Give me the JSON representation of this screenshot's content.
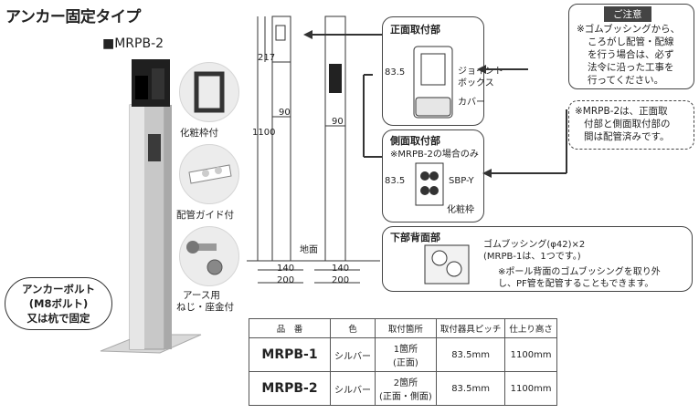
{
  "title": "アンカー固定タイプ",
  "model_label": "■MRPB-2",
  "accessories": [
    {
      "label": "化粧枠付"
    },
    {
      "label": "配管ガイド付"
    },
    {
      "label_line1": "アース用",
      "label_line2": "ねじ・座金付"
    }
  ],
  "callout": {
    "line1": "アンカーボルト",
    "line2": "(M8ボルト)",
    "line3": "又は杭で固定"
  },
  "drawing": {
    "dim_height": "1100",
    "dim_top": "217",
    "dim_width_left": "90",
    "dim_width_right": "90",
    "dim_base_inner_left": "140",
    "dim_base_outer_left": "200",
    "dim_base_inner_right": "140",
    "dim_base_outer_right": "200",
    "ground_label": "地面"
  },
  "front_panel": {
    "title": "正面取付部",
    "dim": "83.5",
    "label_joint_line1": "ジョイント",
    "label_joint_line2": "ボックス",
    "label_cover": "カバー"
  },
  "side_panel": {
    "title": "側面取付部",
    "subtitle": "※MRPB-2の場合のみ",
    "dim": "83.5",
    "label_sbp": "SBP-Y",
    "label_frame": "化粧枠"
  },
  "bottom_panel": {
    "title": "下部背面部",
    "bushing_line1": "ゴムブッシング(φ42)×2",
    "bushing_line2": "(MRPB-1は、1つです。)",
    "note_line1": "※ポール背面のゴムブッシングを取り外",
    "note_line2": "し、PF管を配管することもできます。"
  },
  "caution": {
    "heading": "ご注意",
    "lines": [
      "※ゴムブッシングから、",
      "ころがし配管・配線",
      "を行う場合は、必ず",
      "法令に沿った工事を",
      "行ってください。"
    ]
  },
  "note2": {
    "lines": [
      "※MRPB-2は、正面取",
      "付部と側面取付部の",
      "間は配管済みです。"
    ]
  },
  "table": {
    "headers": [
      "品　番",
      "色",
      "取付箇所",
      "取付器具ピッチ",
      "仕上り高さ"
    ],
    "rows": [
      {
        "part": "MRPB-1",
        "color": "シルバー",
        "location_line1": "1箇所",
        "location_line2": "(正面)",
        "pitch": "83.5mm",
        "height": "1100mm"
      },
      {
        "part": "MRPB-2",
        "color": "シルバー",
        "location_line1": "2箇所",
        "location_line2": "(正面・側面)",
        "pitch": "83.5mm",
        "height": "1100mm"
      }
    ]
  }
}
